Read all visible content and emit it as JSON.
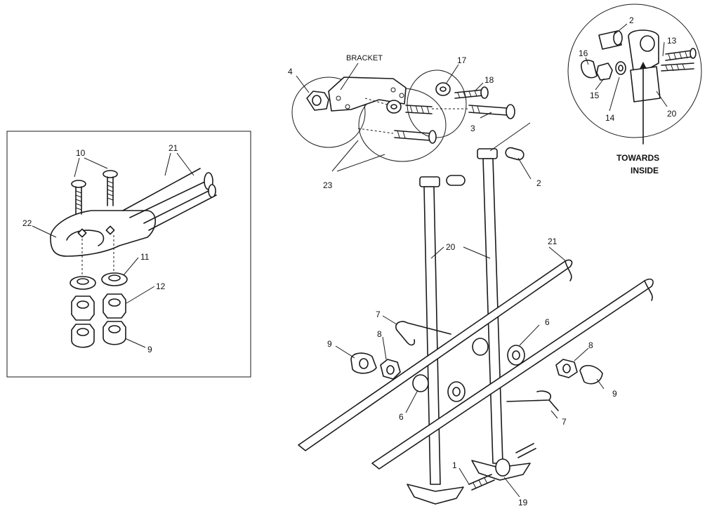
{
  "labels": {
    "n1": "1",
    "n2a": "2",
    "n2b": "2",
    "n3": "3",
    "n4": "4",
    "n6a": "6",
    "n6b": "6",
    "n7a": "7",
    "n7b": "7",
    "n8a": "8",
    "n8b": "8",
    "n9a": "9",
    "n9b": "9",
    "n9c": "9",
    "n10": "10",
    "n11": "11",
    "n12": "12",
    "n13": "13",
    "n14": "14",
    "n15": "15",
    "n16": "16",
    "n17": "17",
    "n18": "18",
    "n19": "19",
    "n20a": "20",
    "n20b": "20",
    "n21a": "21",
    "n21b": "21",
    "n22": "22",
    "n23": "23",
    "bracket": "BRACKET",
    "towards1": "TOWARDS",
    "towards2": "INSIDE"
  }
}
